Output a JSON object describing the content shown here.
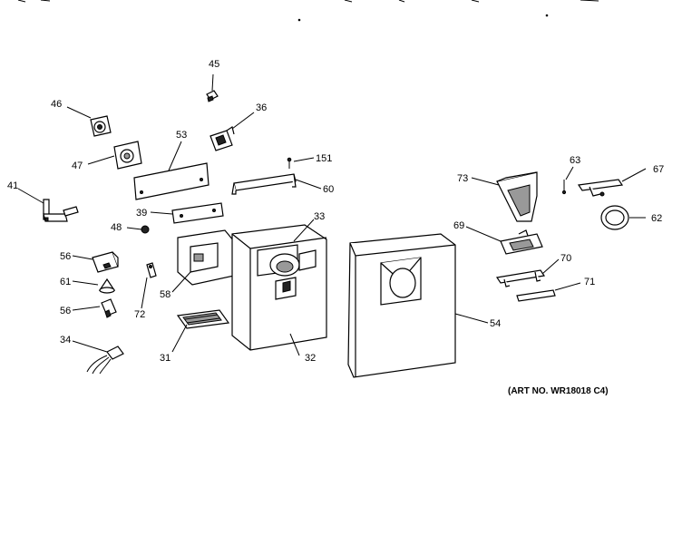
{
  "art_number": "(ART NO. WR18018 C4)",
  "labels": {
    "p45": "45",
    "p46": "46",
    "p36": "36",
    "p53": "53",
    "p47": "47",
    "p151": "151",
    "p41": "41",
    "p60": "60",
    "p39": "39",
    "p33": "33",
    "p48": "48",
    "p56a": "56",
    "p61": "61",
    "p56b": "56",
    "p58": "58",
    "p72": "72",
    "p34": "34",
    "p31": "31",
    "p32": "32",
    "p54": "54",
    "p73": "73",
    "p63": "63",
    "p67": "67",
    "p62": "62",
    "p69": "69",
    "p70": "70",
    "p71": "71"
  }
}
